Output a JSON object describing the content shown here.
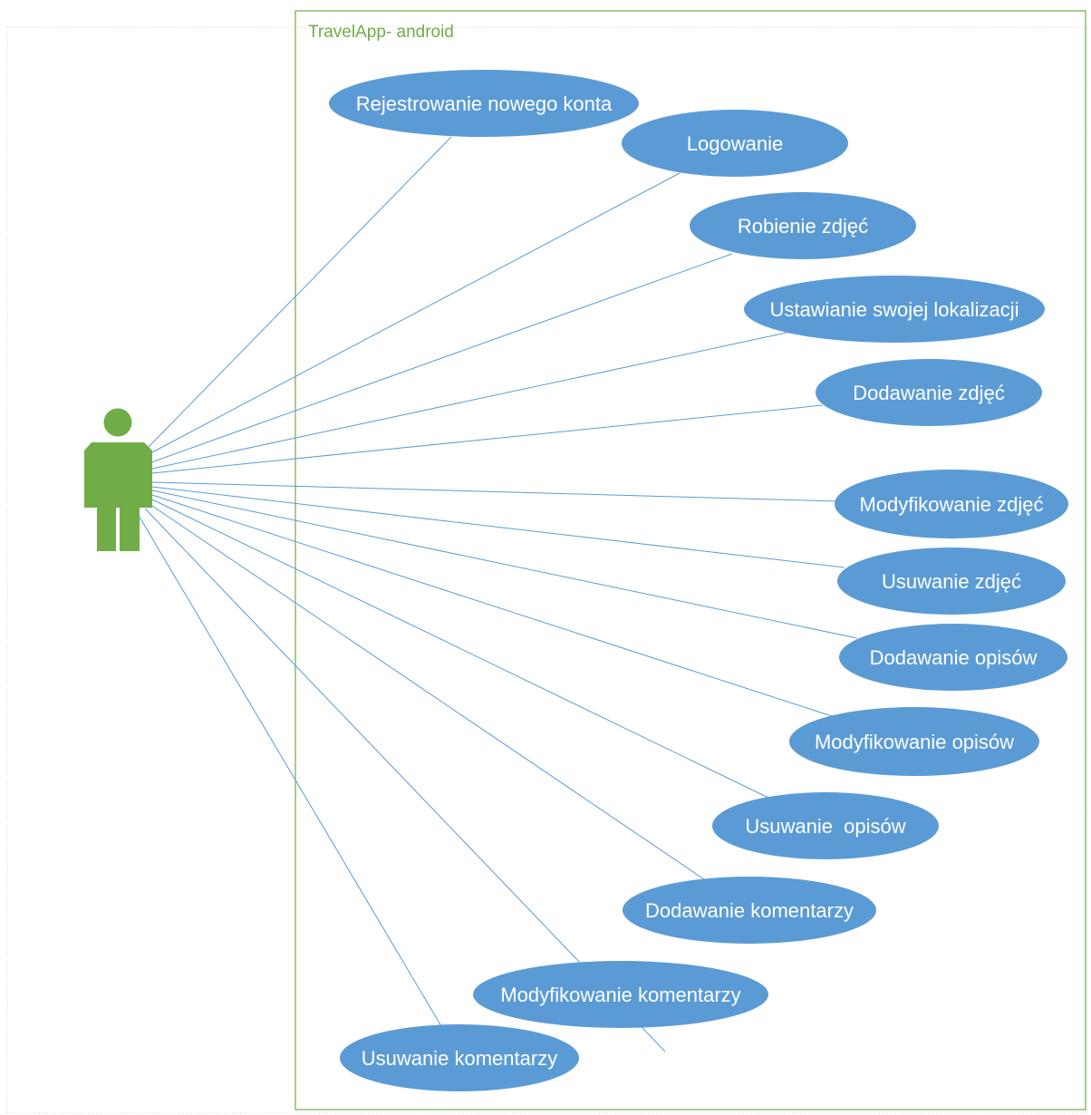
{
  "system": {
    "title": "TravelApp- android"
  },
  "colors": {
    "use_case_fill": "#5b9bd5",
    "use_case_text": "#ffffff",
    "association_line": "#5b9bd5",
    "system_border": "#70ad47",
    "actor": "#70ad47"
  },
  "actor": {
    "icon": "person-icon"
  },
  "use_cases": [
    {
      "id": "rejestrowanie",
      "label": "Rejestrowanie nowego konta"
    },
    {
      "id": "logowanie",
      "label": "Logowanie"
    },
    {
      "id": "robienie-zdjec",
      "label": "Robienie zdjęć"
    },
    {
      "id": "ustawianie-lokalizacji",
      "label": "Ustawianie swojej lokalizacji"
    },
    {
      "id": "dodawanie-zdjec",
      "label": "Dodawanie zdjęć"
    },
    {
      "id": "modyfikowanie-zdjec",
      "label": "Modyfikowanie zdjęć"
    },
    {
      "id": "usuwanie-zdjec",
      "label": "Usuwanie zdjęć"
    },
    {
      "id": "dodawanie-opisow",
      "label": "Dodawanie opisów"
    },
    {
      "id": "modyfikowanie-opisow",
      "label": "Modyfikowanie opisów"
    },
    {
      "id": "usuwanie-opisow",
      "label": "Usuwanie  opisów"
    },
    {
      "id": "dodawanie-komentarzy",
      "label": "Dodawanie komentarzy"
    },
    {
      "id": "modyfikowanie-komentarzy",
      "label": "Modyfikowanie komentarzy"
    },
    {
      "id": "usuwanie-komentarzy",
      "label": "Usuwanie komentarzy"
    }
  ]
}
